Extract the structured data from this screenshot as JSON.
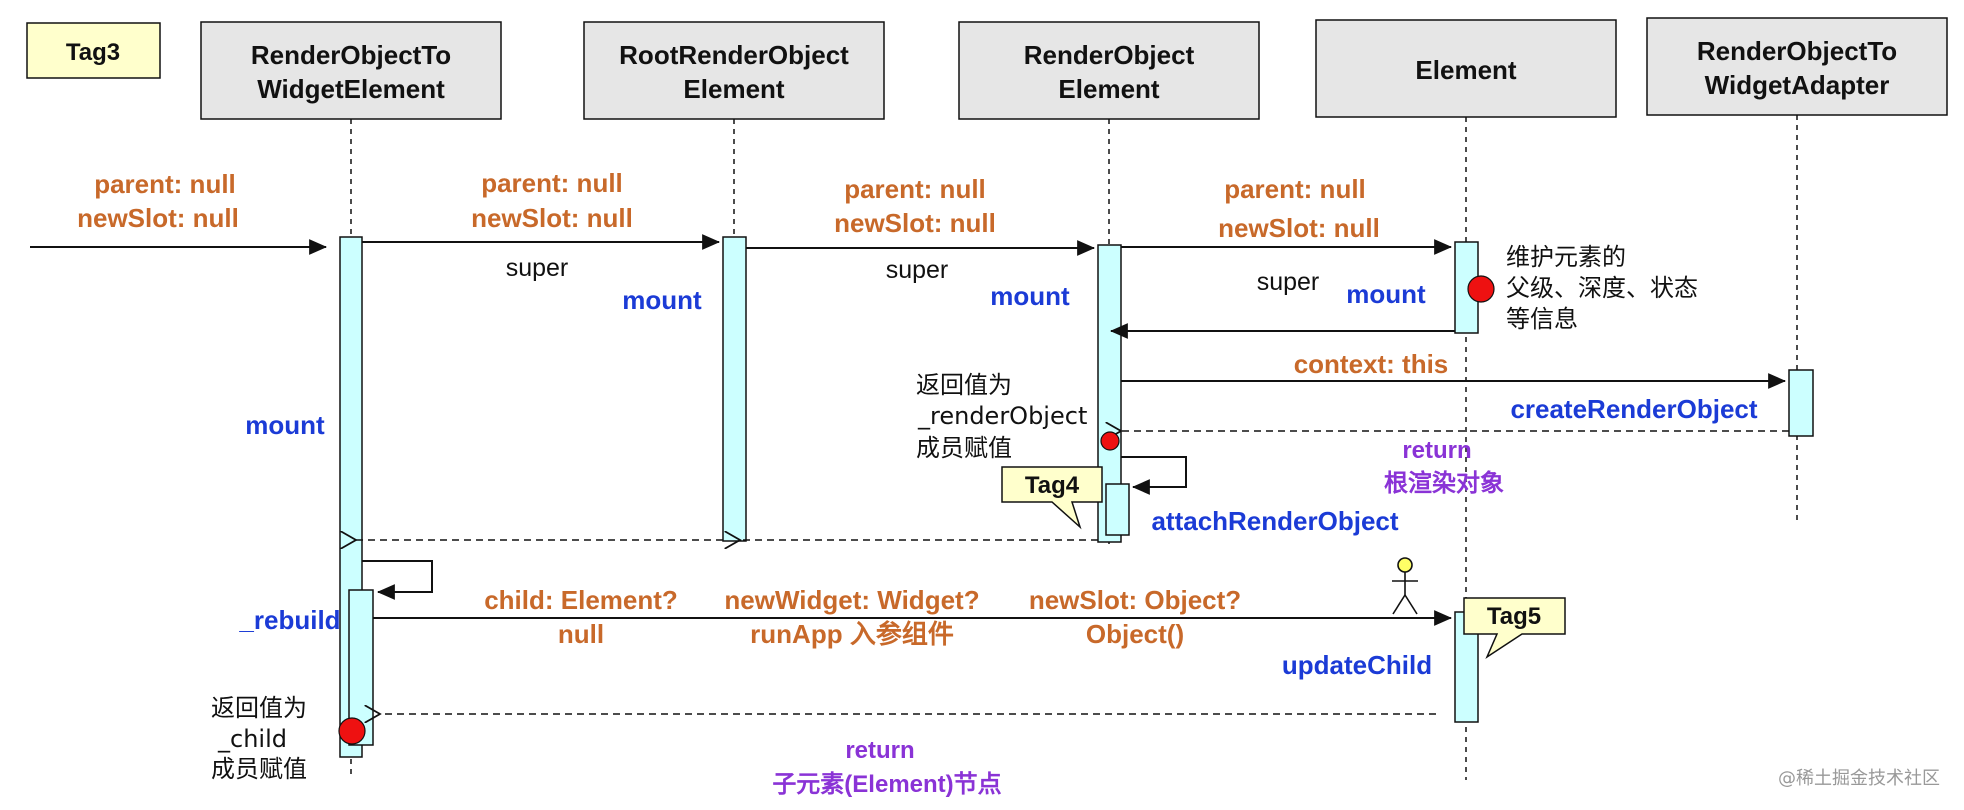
{
  "tags": {
    "tag3": "Tag3",
    "tag4": "Tag4",
    "tag5": "Tag5"
  },
  "participants": [
    {
      "line1": "RenderObjectTo",
      "line2": "WidgetElement"
    },
    {
      "line1": "RootRenderObject",
      "line2": "Element"
    },
    {
      "line1": "RenderObject",
      "line2": "Element"
    },
    {
      "line1": "Element",
      "line2": ""
    },
    {
      "line1": "RenderObjectTo",
      "line2": "WidgetAdapter"
    }
  ],
  "params": {
    "incoming": {
      "l1": "parent: null",
      "l2": "newSlot: null"
    },
    "m1": {
      "l1": "parent: null",
      "l2": "newSlot: null"
    },
    "m2": {
      "l1": "parent: null",
      "l2": "newSlot: null"
    },
    "m3": {
      "l1": "parent: null",
      "l2": "newSlot: null"
    },
    "context": "context: this",
    "child": {
      "l1": "child: Element?",
      "l2": "null"
    },
    "newWidget": {
      "l1": "newWidget: Widget?",
      "l2": "runApp 入参组件"
    },
    "newSlot": {
      "l1": "newSlot: Object?",
      "l2": "Object()"
    }
  },
  "labels": {
    "super1": "super",
    "super2": "super",
    "super3": "super",
    "mount_root": "mount",
    "mount_ro": "mount",
    "mount_el": "mount",
    "mount_main": "mount",
    "createRenderObject": "createRenderObject",
    "attachRenderObject": "attachRenderObject",
    "rebuild": "_rebuild",
    "updateChild": "updateChild"
  },
  "returns": {
    "render": {
      "l1": "return",
      "l2": "根渲染对象"
    },
    "child": {
      "l1": "return",
      "l2": "子元素(Element)节点"
    }
  },
  "notes": {
    "element": {
      "l1": "维护元素的",
      "l2": "父级、深度、状态",
      "l3": "等信息"
    },
    "renderObject": {
      "l1": "返回值为",
      "l2": "_renderObject",
      "l3": "成员赋值"
    },
    "child": {
      "l1": "返回值为",
      "l2": "_child",
      "l3": "成员赋值"
    }
  },
  "watermark": "@稀土掘金技术社区",
  "colors": {
    "activation": "#CCFFFF",
    "header": "#E6E6E6",
    "tag": "#FFFFCC",
    "marker": "#EE1111"
  }
}
